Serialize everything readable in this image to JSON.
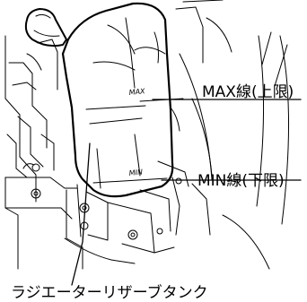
{
  "diagram": {
    "labels": {
      "max_line": "MAX線(上限)",
      "min_line": "MIN線(下限)",
      "tank": "ラジエーターリザーブタンク"
    },
    "tank_markings": {
      "max": "MAX",
      "min": "MIN"
    },
    "colors": {
      "line": "#000000",
      "background": "#ffffff"
    }
  }
}
